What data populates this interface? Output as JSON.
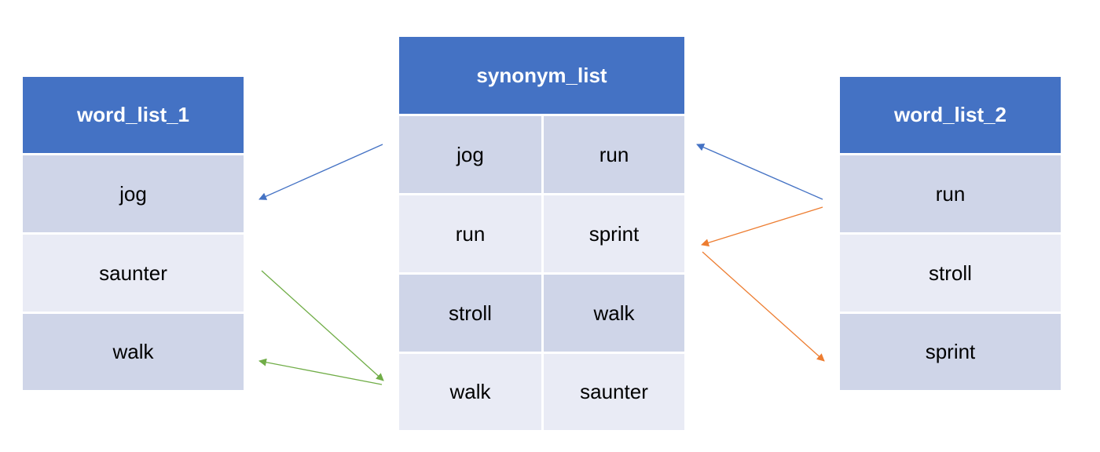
{
  "word_list_1": {
    "title": "word_list_1",
    "rows": [
      "jog",
      "saunter",
      "walk"
    ]
  },
  "synonym_list": {
    "title": "synonym_list",
    "rows": [
      [
        "jog",
        "run"
      ],
      [
        "run",
        "sprint"
      ],
      [
        "stroll",
        "walk"
      ],
      [
        "walk",
        "saunter"
      ]
    ]
  },
  "word_list_2": {
    "title": "word_list_2",
    "rows": [
      "run",
      "stroll",
      "sprint"
    ]
  },
  "colors": {
    "header": "#4472c4",
    "row_dark": "#cfd5e8",
    "row_light": "#e9ebf5",
    "arrow_blue": "#4472c4",
    "arrow_green": "#70ad47",
    "arrow_orange": "#ed7d31"
  }
}
